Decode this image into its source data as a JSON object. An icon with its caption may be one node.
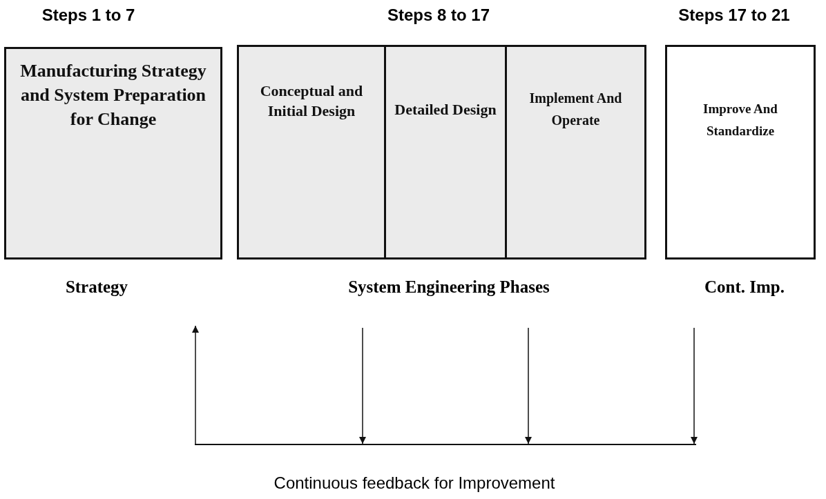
{
  "diagram": {
    "caption": "Continuous feedback for Improvement",
    "nodes": [
      {
        "text": [
          "Manufacturing Strategy and System Preparation for Change"
        ]
      },
      {
        "text": [
          "Conceptual and Initial Design"
        ]
      },
      {
        "text": [
          "Detailed Design"
        ]
      },
      {
        "text": [
          "Implement And Operate"
        ]
      },
      {
        "text": [
          "Improve And Standardize"
        ]
      },
      {
        "text": [],
        "shape": "bar"
      }
    ],
    "edges": [
      {
        "from": null,
        "to": 5,
        "arrow": "to"
      },
      {
        "from": null,
        "to": 5,
        "arrow": "to"
      },
      {
        "from": null,
        "to": 5,
        "arrow": "to"
      },
      {
        "from": 5,
        "to": null,
        "arrow": "to"
      }
    ],
    "labels": [
      "Steps 1 to 7",
      "Steps 8 to 17",
      "Steps 17 to 21",
      "Strategy",
      "System Engineering Phases",
      "Cont. Imp."
    ]
  }
}
